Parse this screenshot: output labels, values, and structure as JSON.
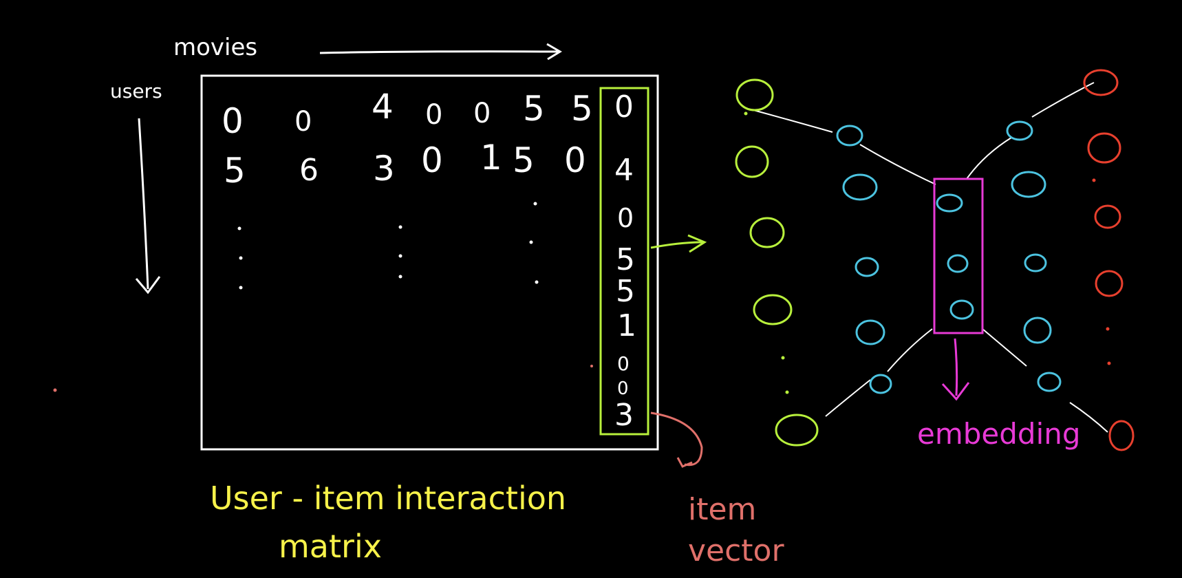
{
  "labels": {
    "movies": "movies",
    "users": "users",
    "matrix_title_line1": "User - item interaction",
    "matrix_title_line2": "matrix",
    "item_vector_line1": "item",
    "item_vector_line2": "vector",
    "embedding": "embedding"
  },
  "matrix": {
    "rows": [
      [
        "0",
        "0",
        "4",
        "0",
        "0",
        "5",
        "5"
      ],
      [
        "5",
        "6",
        "3",
        "0",
        "1",
        "5",
        "0"
      ]
    ],
    "highlighted_column": [
      "0",
      "4",
      "0",
      "5",
      "5",
      "1",
      "0",
      "0",
      "3"
    ]
  },
  "colors": {
    "background": "#000000",
    "chalk": "#ffffff",
    "input_layer": "#b8f03c",
    "hidden_layer": "#4cc3e0",
    "output_layer": "#e8402e",
    "embedding_box": "#e83ad6",
    "title": "#f7f24a",
    "item_vector": "#e0706a"
  }
}
